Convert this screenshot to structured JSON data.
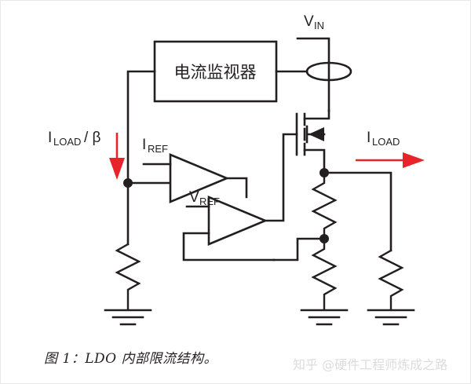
{
  "figure": {
    "caption": "图 1：LDO 内部限流结构。",
    "watermark": "知乎 @硬件工程师炼成之路"
  },
  "labels": {
    "vin": {
      "main": "V",
      "sub": "IN"
    },
    "iload_beta": {
      "main": "I",
      "sub": "LOAD",
      "suffix": " / β"
    },
    "iref": {
      "main": "I",
      "sub": "REF"
    },
    "vref": {
      "main": "V",
      "sub": "REF"
    },
    "iload": {
      "main": "I",
      "sub": "LOAD"
    },
    "current_monitor_block": "电流监视器"
  },
  "colors": {
    "wire": "#231f20",
    "arrow_accent": "#e8232a",
    "background": "#ffffff",
    "watermark": "#dcdcdc"
  },
  "components": {
    "current_monitor": "电流监视器",
    "sense_element": "sense-ellipse",
    "pass_transistor": "pmos-with-body-diode",
    "error_amplifier": "triangle-amplifier",
    "limit_amplifier": "triangle-amplifier",
    "sense_resistor": "resistor",
    "feedback_divider_top": "resistor",
    "feedback_divider_bottom": "resistor",
    "load_resistor": "resistor",
    "grounds": 3
  }
}
